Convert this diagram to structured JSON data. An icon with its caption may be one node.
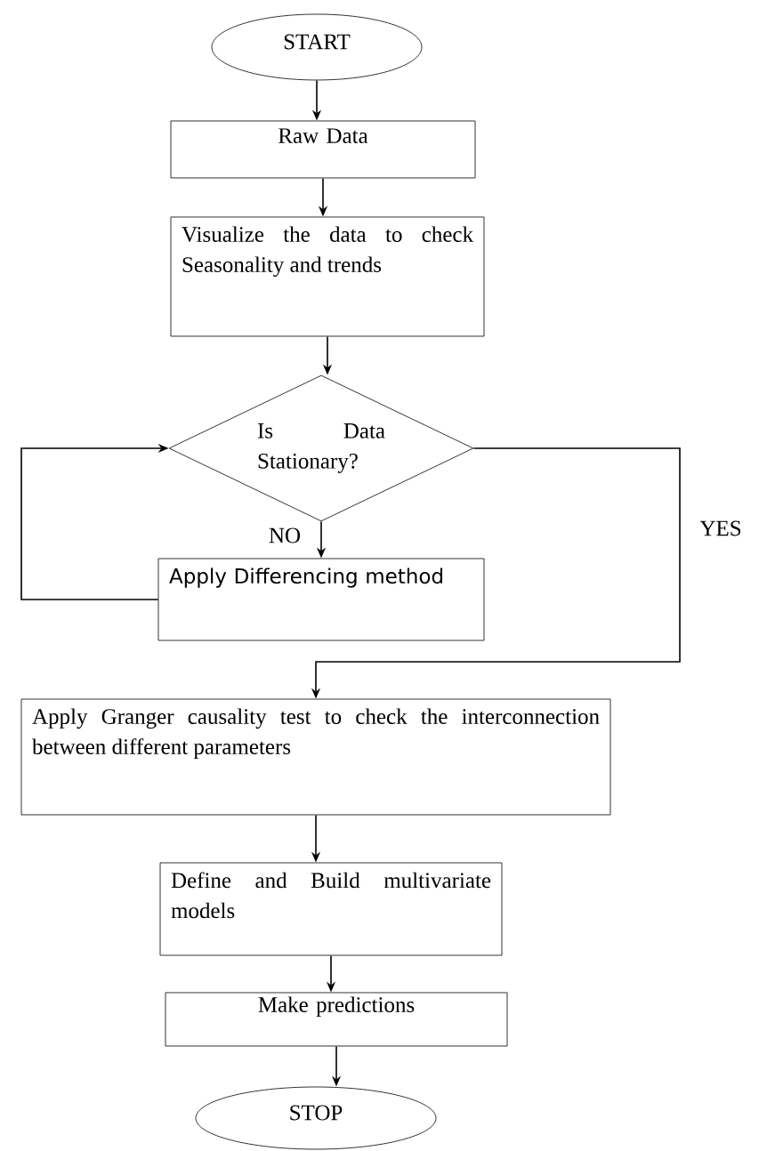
{
  "diagram": {
    "nodes": [
      {
        "text": [
          "START"
        ]
      },
      {
        "text": [
          "Raw Data"
        ]
      },
      {
        "text": [
          "Visualize the data to check Seasonality and trends"
        ]
      },
      {
        "text": [
          "Is Data Stationary?"
        ]
      },
      {
        "text": [
          "Apply Differencing method"
        ]
      },
      {
        "text": [
          "Apply Granger causality test to check the interconnection between different parameters"
        ]
      },
      {
        "text": [
          "Define and Build multivariate models"
        ]
      },
      {
        "text": [
          "Make predictions"
        ]
      },
      {
        "text": [
          "STOP"
        ]
      }
    ],
    "edges": [
      {
        "from": 0,
        "to": 1,
        "arrow": "to"
      },
      {
        "from": 1,
        "to": 2,
        "arrow": "to"
      },
      {
        "from": 2,
        "to": 3,
        "arrow": "to"
      },
      {
        "from": 3,
        "to": 4,
        "arrow": "to",
        "label": "NO"
      },
      {
        "from": 4,
        "to": 3,
        "arrow": "to"
      },
      {
        "from": 3,
        "to": 5,
        "arrow": "to",
        "label": "YES"
      },
      {
        "from": 5,
        "to": 6,
        "arrow": "to"
      },
      {
        "from": 6,
        "to": 7,
        "arrow": "to"
      },
      {
        "from": 7,
        "to": 8,
        "arrow": "to"
      }
    ]
  }
}
